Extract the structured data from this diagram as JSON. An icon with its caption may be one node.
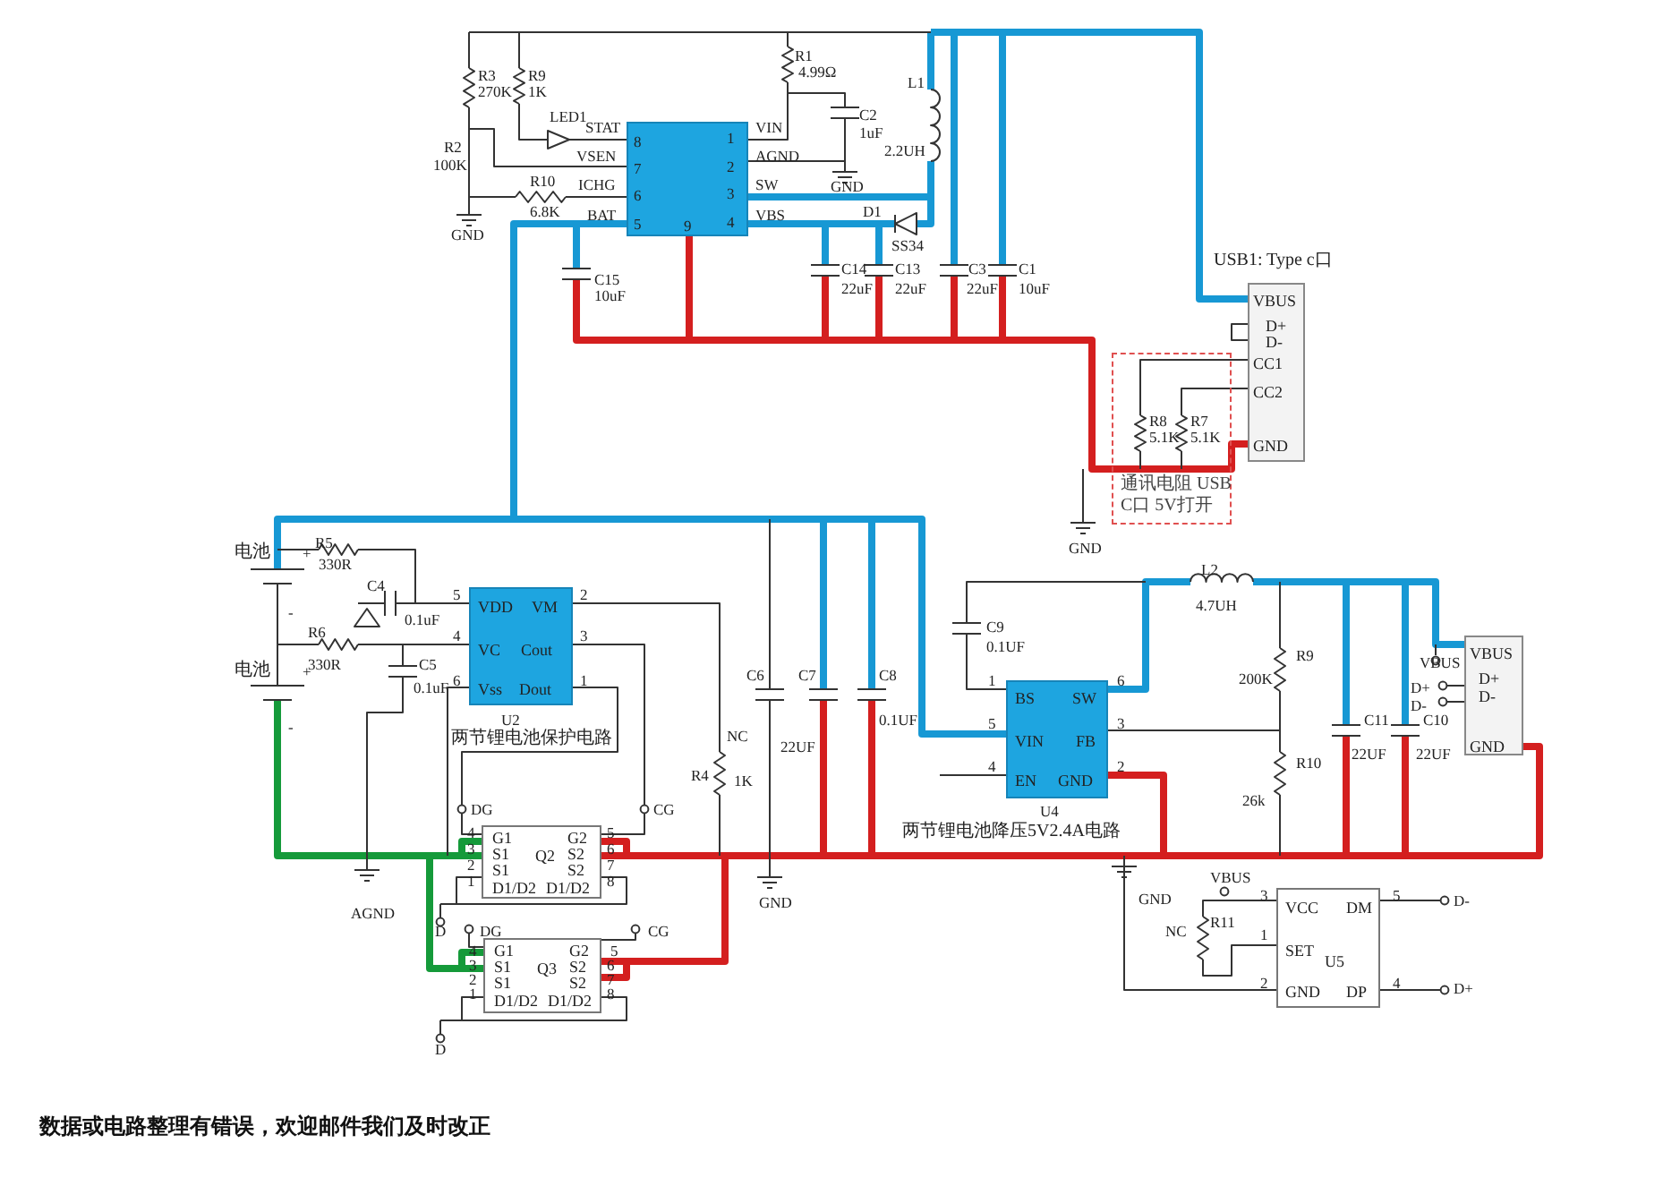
{
  "diagram": {
    "caption": "数据或电路整理有错误，欢迎邮件我们及时改正",
    "nodes": [
      {
        "text": [],
        "shape": "box"
      },
      {
        "text": [
          "VBUS",
          "D+",
          "D-",
          "CC1",
          "CC2",
          "GND"
        ],
        "beside": [
          "USB1: Type c口"
        ]
      },
      {
        "text": [
          "通讯电阻 USB C口 5V打开"
        ]
      },
      {
        "text": [
          "VDD",
          "VC",
          "Vss",
          "VM",
          "Cout",
          "Dout"
        ],
        "beside": [
          "U2",
          "两节锂电池保护电路"
        ]
      },
      {
        "text": [
          "G1",
          "S1",
          "S1",
          "D1/D2",
          "Q2",
          "G2",
          "S2",
          "S2",
          "D1/D2"
        ]
      },
      {
        "text": [
          "G1",
          "S1",
          "S1",
          "D1/D2",
          "Q3",
          "G2",
          "S2",
          "S2",
          "D1/D2"
        ]
      },
      {
        "text": [
          "BS",
          "VIN",
          "EN",
          "SW",
          "FB",
          "GND"
        ],
        "beside": [
          "U4",
          "两节锂电池降压5V2.4A电路"
        ]
      },
      {
        "text": [
          "VBUS",
          "D+",
          "D-",
          "GND"
        ]
      },
      {
        "text": [
          "VCC",
          "SET",
          "GND",
          "DM",
          "DP",
          "U5"
        ]
      }
    ],
    "labels": [
      "R3",
      "270K",
      "R9",
      "1K",
      "R1",
      "4.99Ω",
      "LED1",
      "STAT",
      "C2",
      "1uF",
      "L1",
      "2.2UH",
      "VIN",
      "8",
      "1",
      "R2",
      "100K",
      "VSEN",
      "7",
      "AGND",
      "2",
      "GND",
      "R10",
      "6.8K",
      "ICHG",
      "6",
      "SW",
      "3",
      "D1",
      "GND",
      "BAT",
      "5",
      "VBS",
      "4",
      "SS34",
      "9",
      "C15",
      "10uF",
      "C14",
      "22uF",
      "C13",
      "22uF",
      "C3",
      "22uF",
      "C1",
      "10uF",
      "R8",
      "5.1K",
      "R7",
      "5.1K",
      "GND",
      "R5",
      "330R",
      "电池",
      "+",
      "5",
      "2",
      "C4",
      "0.1uF",
      "-",
      "R6",
      "4",
      "3",
      "330R",
      "C5",
      "6",
      "1",
      "电池",
      "+",
      "0.1uF",
      "C9",
      "0.1UF",
      "L2",
      "4.7UH",
      "R9",
      "200K",
      "VBUS",
      "D+",
      "D-",
      "C6",
      "C7",
      "C8",
      "-",
      "NC",
      "22UF",
      "0.1UF",
      "1",
      "6",
      "5",
      "3",
      "4",
      "2",
      "C11",
      "22UF",
      "C10",
      "22UF",
      "R10",
      "R4",
      "1K",
      "DG",
      "CG",
      "26k",
      "4",
      "3",
      "2",
      "1",
      "5",
      "6",
      "7",
      "8",
      "AGND",
      "GND",
      "GND",
      "VBUS",
      "3",
      "5",
      "D-",
      "R11",
      "D",
      "DG",
      "CG",
      "NC",
      "1",
      "4",
      "3",
      "2",
      "1",
      "5",
      "6",
      "7",
      "8",
      "2",
      "4",
      "D+",
      "D"
    ]
  }
}
